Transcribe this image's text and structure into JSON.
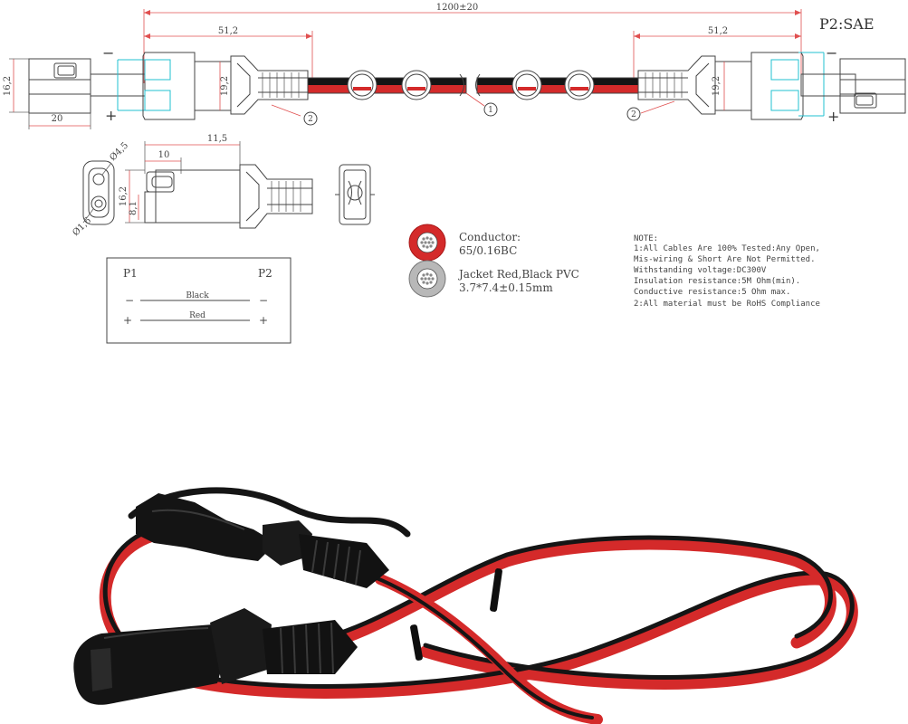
{
  "title": "P2:SAE",
  "dimensions": {
    "total_length": "1200±20",
    "left_connector_length": "51,2",
    "right_connector_length": "51,2",
    "left_height": "16,2",
    "left_plug_width": "20",
    "left_body_height": "19,2",
    "right_body_height": "19,2",
    "detail_length": "11,5",
    "detail_pin": "10",
    "detail_height": "16,2",
    "detail_pin_height": "8,1",
    "hole_dia_1": "Ø4,5",
    "hole_dia_2": "Ø1,6"
  },
  "callouts": [
    "1",
    "2",
    "2"
  ],
  "polarity": {
    "minus": "−",
    "plus": "+"
  },
  "wire_spec": {
    "conductor_label": "Conductor:",
    "conductor_value": "65/0.16BC",
    "jacket_label": "Jacket Red,Black PVC",
    "jacket_value": "3.7*7.4±0.15mm"
  },
  "wiring_table": {
    "p1": "P1",
    "p2": "P2",
    "rows": [
      {
        "sign_left": "−",
        "label": "Black",
        "sign_right": "−"
      },
      {
        "sign_left": "+",
        "label": "Red",
        "sign_right": "+"
      }
    ]
  },
  "notes": [
    "NOTE:",
    "1:All Cables Are 100% Tested:Any Open,",
    "Mis-wiring & Short Are Not Permitted.",
    " Withstanding voltage:DC300V",
    " Insulation resistance:5M Ohm(min).",
    " Conductive resistance:5 Ohm max.",
    "2:All material must be RoHS Compliance"
  ],
  "colors": {
    "red": "#d42a2a",
    "black": "#151515",
    "accent_dim": "#e05050",
    "hidden_line": "#22c0d0"
  }
}
